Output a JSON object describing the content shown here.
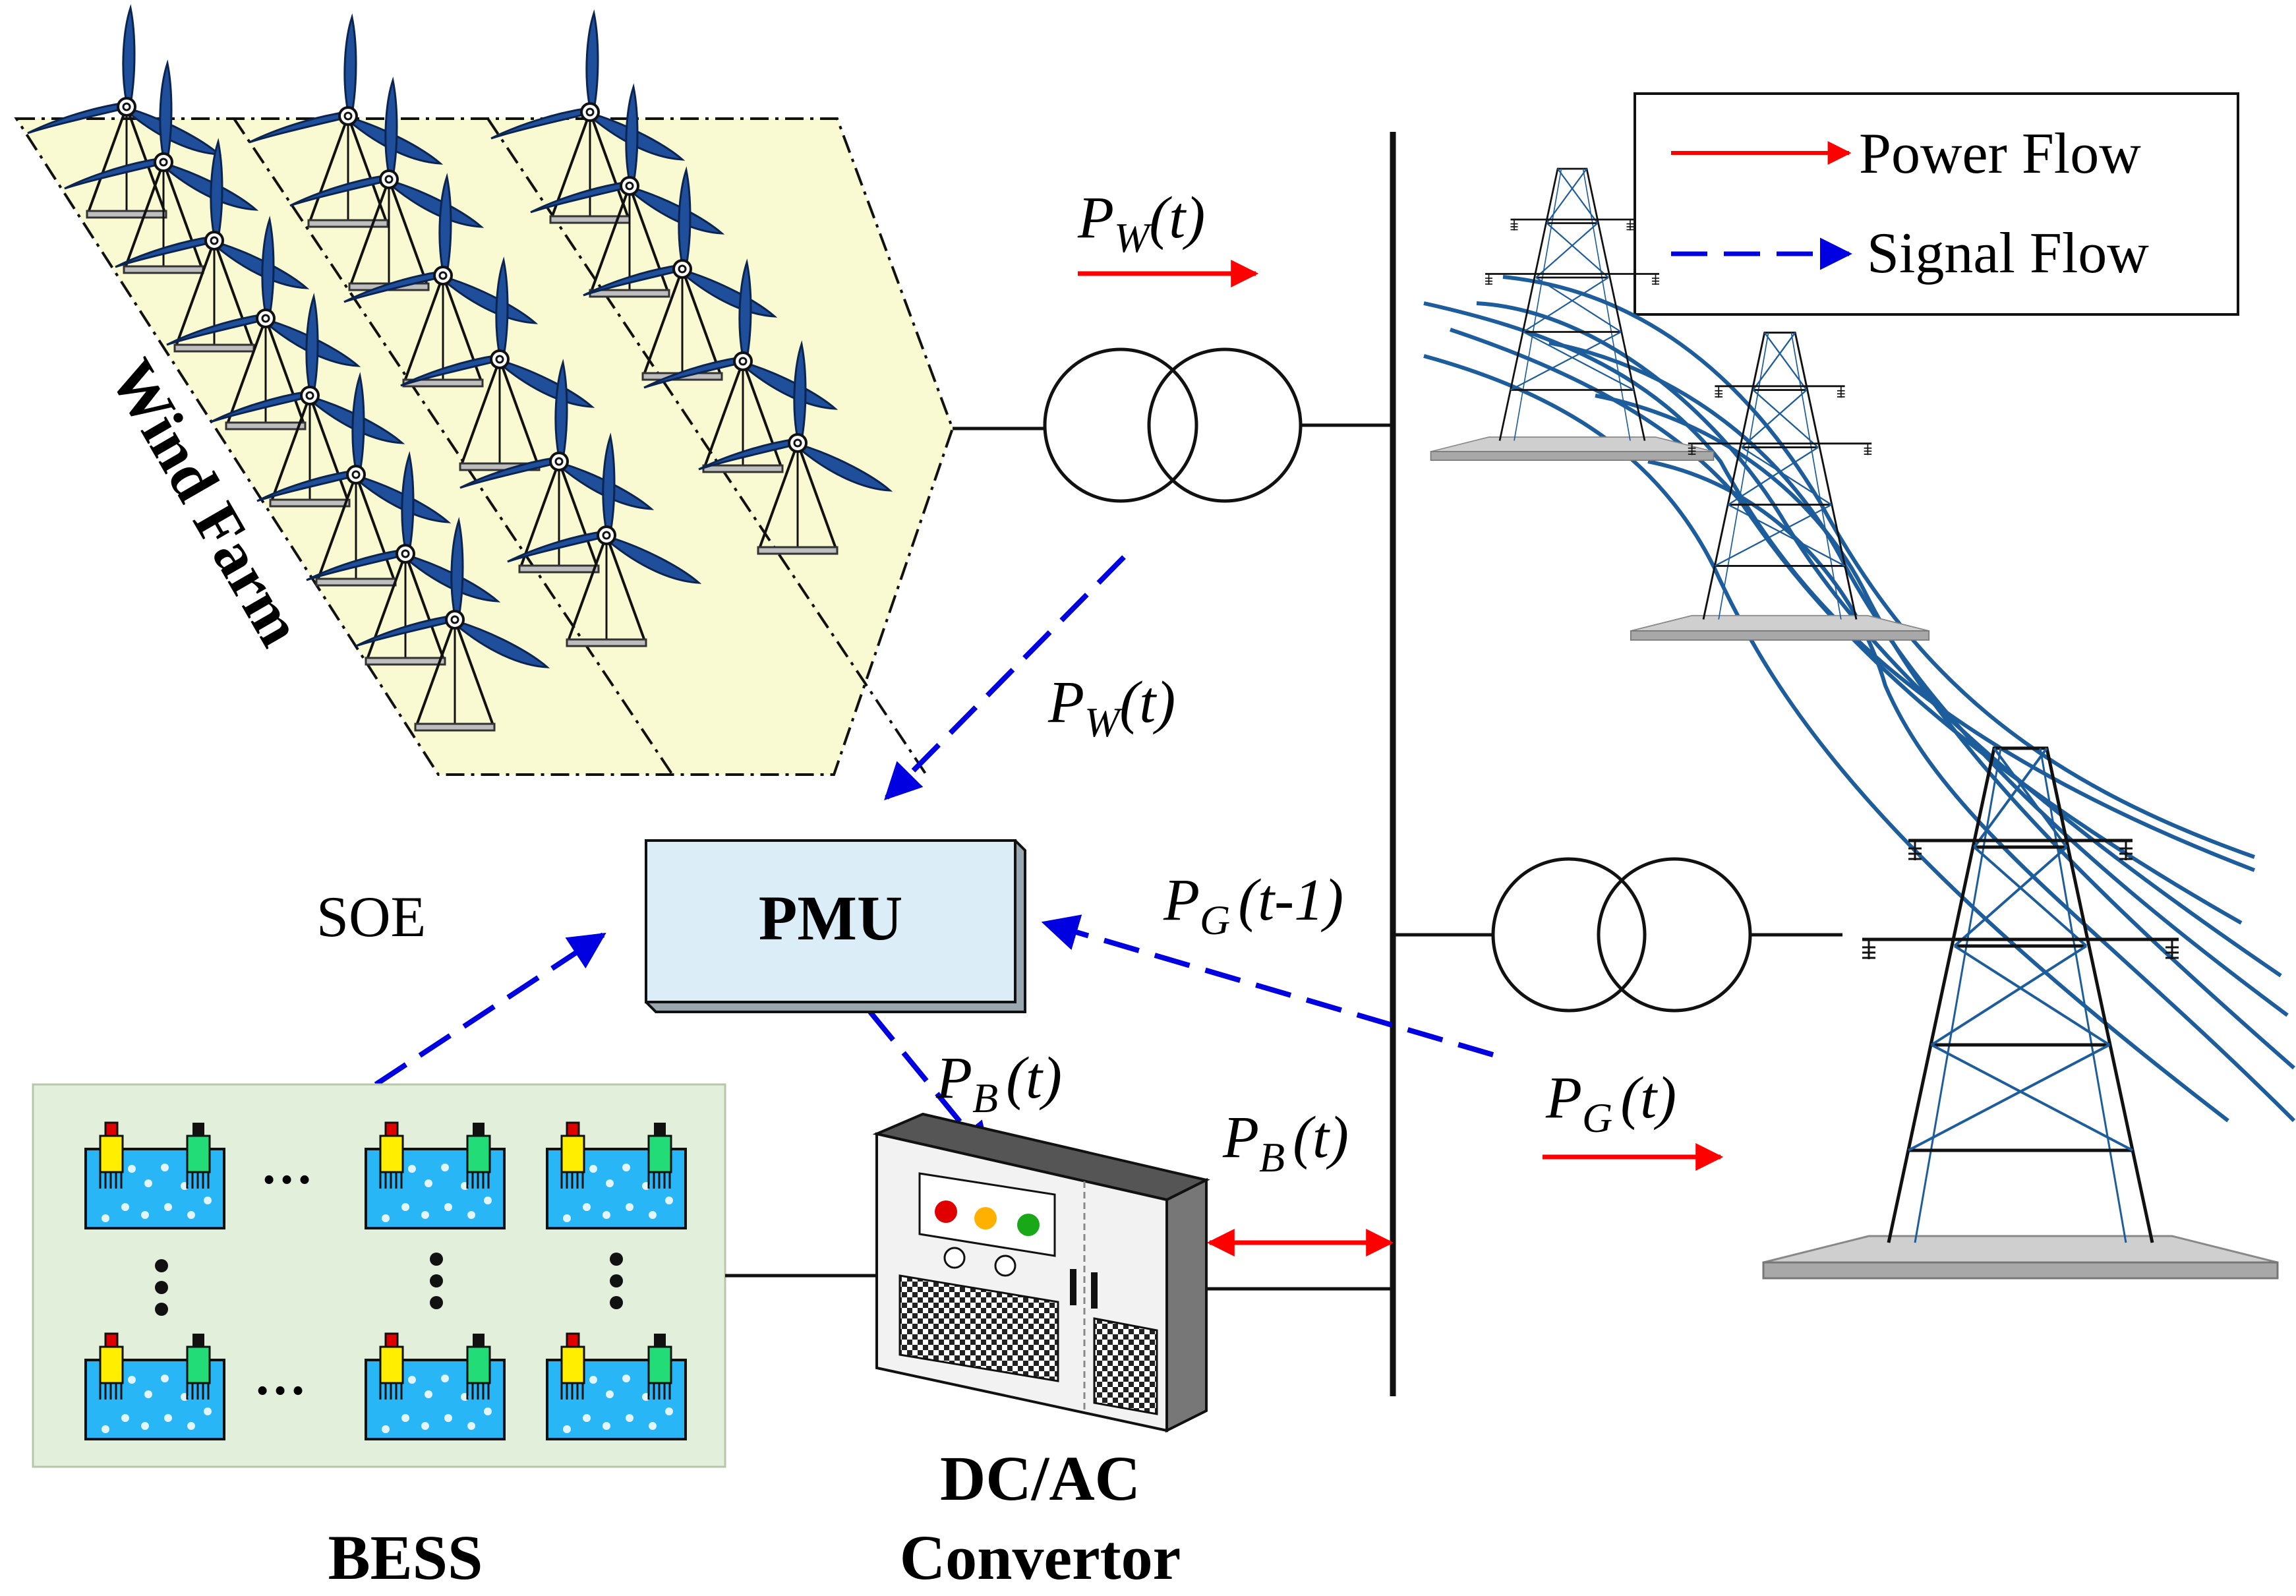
{
  "legend": {
    "power_flow": "Power Flow",
    "signal_flow": "Signal Flow"
  },
  "labels": {
    "wind_farm": "Wind Farm",
    "soe": "SOE",
    "pmu": "PMU",
    "bess": "BESS",
    "converter_line1": "DC/AC",
    "converter_line2": "Convertor",
    "battery_ellipsis": "…",
    "pw_top": {
      "base": "P",
      "sub": "W",
      "arg": "(t)"
    },
    "pw_signal": {
      "base": "P",
      "sub": "W",
      "arg": "(t)"
    },
    "pg_signal": {
      "base": "P",
      "sub": "G",
      "arg": "(t-1)"
    },
    "pb_signal": {
      "base": "P",
      "sub": "B",
      "arg": "(t)"
    },
    "pb_power": {
      "base": "P",
      "sub": "B",
      "arg": "(t)"
    },
    "pg_power": {
      "base": "P",
      "sub": "G",
      "arg": "(t)"
    }
  },
  "colors": {
    "power_flow": "#ff0000",
    "signal_flow": "#0000e0",
    "wind_farm_fill": "#fafad2",
    "bess_fill": "#e2efda",
    "pmu_fill": "#dbeef7",
    "turbine_blade": "#1f4e9a",
    "battery_fill": "#29b6f6",
    "tower_line": "#1e5d9c"
  },
  "icons": {
    "turbine": "wind-turbine-icon",
    "battery": "battery-icon",
    "tower": "transmission-tower-icon",
    "transformer": "transformer-icon"
  }
}
